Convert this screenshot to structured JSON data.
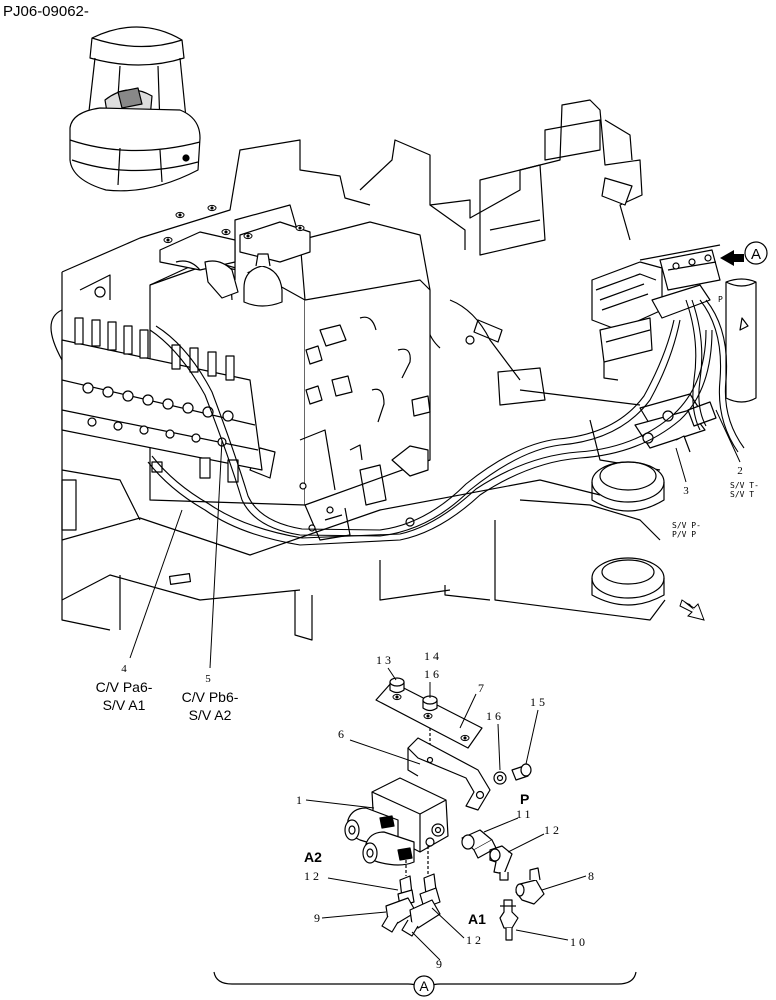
{
  "doc_id": "PJ06-09062-",
  "detail_marker": "A",
  "hose_labels": {
    "c4": {
      "num": "4",
      "line1": "C/V Pa6-",
      "line2": "S/V A1"
    },
    "c5": {
      "num": "5",
      "line1": "C/V Pb6-",
      "line2": "S/V A2"
    },
    "c2": {
      "num": "2",
      "line1": "S/V T-",
      "line2": "S/V T"
    },
    "c3": {
      "num": "3",
      "line1": "S/V P-",
      "line2": "P/V P"
    }
  },
  "callouts": {
    "n1": "1",
    "n6": "6",
    "n7": "7",
    "n8": "8",
    "n9a": "9",
    "n9b": "9",
    "n10": "10",
    "n11": "11",
    "n12a": "12",
    "n12b": "12",
    "n12c": "12",
    "n13": "13",
    "n14": "14",
    "n15": "15",
    "n16a": "16",
    "n16b": "16"
  },
  "port_labels": {
    "a1": "A1",
    "a2": "A2",
    "p": "P"
  },
  "mini_port_p": "P"
}
